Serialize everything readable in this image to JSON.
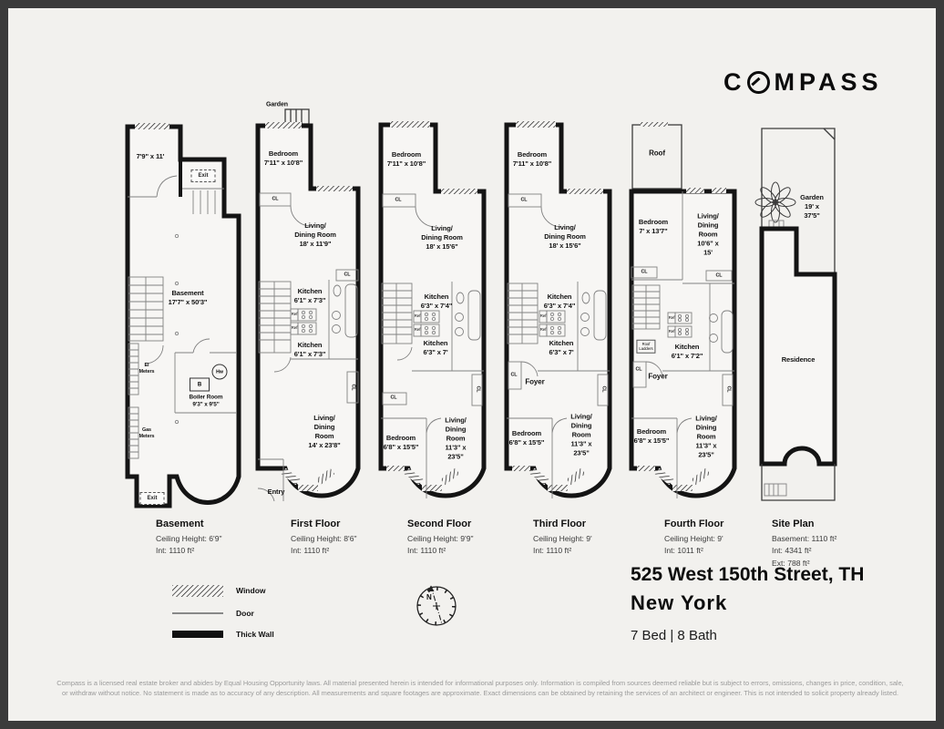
{
  "header": {
    "brand_pre": "C",
    "brand_o": "O",
    "brand_post": "MPASS"
  },
  "listing": {
    "address": "525 West 150th Street, TH",
    "city": "New York",
    "beds_baths": "7 Bed | 8 Bath"
  },
  "legend": {
    "window": "Window",
    "door": "Door",
    "thick_wall": "Thick Wall",
    "compass_north": "N"
  },
  "footer": {
    "line1": "Compass is a licensed real estate broker and abides by Equal Housing Opportunity laws. All material presented herein is intended for informational purposes only. Information is compiled from sources deemed reliable but is subject to errors, omissions, changes in price, condition, sale,",
    "line2": "or withdraw without notice. No statement is made as to accuracy of any description. All measurements and square footages are approximate. Exact dimensions can be obtained by retaining the services of an architect or engineer. This is not intended to solicit property already listed."
  },
  "plans": [
    {
      "name": "Basement",
      "lines": [
        "Ceiling Height: 6'9\"",
        "Int: 1110 ft²"
      ],
      "rooms": {
        "front": "7'9\" x 11'",
        "exit_top": "Exit",
        "main": "Basement\n17'7\" x 50'3\"",
        "el_meters": "El\nMeters",
        "hw": "Hw",
        "b": "B",
        "boiler": "Boiler Room\n9'3\" x 9'5\"",
        "gas_meters": "Gas\nMeters",
        "exit_bottom": "Exit"
      }
    },
    {
      "name": "First Floor",
      "lines": [
        "Ceiling Height: 8'6\"",
        "Int: 1110 ft²"
      ],
      "rooms": {
        "garden": "Garden",
        "bedroom": "Bedroom\n7'11\" x 10'8\"",
        "cl1": "CL",
        "living1": "Living/\nDining Room\n18' x 11'9\"",
        "kitchen1": "Kitchen\n6'1\" x 7'3\"",
        "ref1": "Ref",
        "ref2": "Ref",
        "kitchen2": "Kitchen\n6'1\" x 7'3\"",
        "cl2": "CL",
        "cl3": "CL",
        "living2": "Living/\nDining Room\n14' x 23'8\"",
        "entry": "Entry"
      }
    },
    {
      "name": "Second Floor",
      "lines": [
        "Ceiling Height: 9'9\"",
        "Int: 1110 ft²"
      ],
      "rooms": {
        "bedroom1": "Bedroom\n7'11\" x 10'8\"",
        "cl1": "CL",
        "living1": "Living/\nDining Room\n18' x 15'6\"",
        "kitchen1": "Kitchen\n6'3\" x 7'4\"",
        "ref1": "Ref",
        "ref2": "Ref",
        "kitchen2": "Kitchen\n6'3\" x 7'",
        "cl2": "CL",
        "cl3": "CL",
        "bedroom2": "Bedroom\n6'8\" x 15'5\"",
        "living2": "Living/\nDining Room\n11'3\" x 23'5\""
      }
    },
    {
      "name": "Third Floor",
      "lines": [
        "Ceiling Height: 9'",
        "Int: 1110 ft²"
      ],
      "rooms": {
        "bedroom1": "Bedroom\n7'11\" x 10'8\"",
        "cl1": "CL",
        "living1": "Living/\nDining Room\n18' x 15'6\"",
        "kitchen1": "Kitchen\n6'3\" x 7'4\"",
        "ref1": "Ref",
        "ref2": "Ref",
        "kitchen2": "Kitchen\n6'3\" x 7'",
        "foyer": "Foyer",
        "cl2": "CL",
        "cl3": "CL",
        "bedroom2": "Bedroom\n6'8\" x 15'5\"",
        "living2": "Living/\nDining Room\n11'3\" x 23'5\""
      }
    },
    {
      "name": "Fourth Floor",
      "lines": [
        "Ceiling Height: 9'",
        "Int: 1011 ft²"
      ],
      "rooms": {
        "roof": "Roof",
        "bedroom1": "Bedroom\n7' x 13'7\"",
        "living1": "Living/\nDining Room\n10'6\" x 15'",
        "cl1": "CL",
        "cl2": "CL",
        "kitchen": "Kitchen\n6'1\" x 7'2\"",
        "roof_ladders": "Roof\nLadders",
        "ref1": "Ref",
        "ref2": "Ref",
        "foyer": "Foyer",
        "cl3": "CL",
        "cl4": "CL",
        "bedroom2": "Bedroom\n6'8\" x 15'5\"",
        "living2": "Living/\nDining Room\n11'3\" x 23'5\""
      }
    },
    {
      "name": "Site Plan",
      "lines": [
        "Basement: 1110 ft²",
        "Int: 4341 ft²",
        "Ext: 788 ft²"
      ],
      "rooms": {
        "garden": "Garden\n19' x 37'5\"",
        "residence": "Residence"
      }
    }
  ]
}
